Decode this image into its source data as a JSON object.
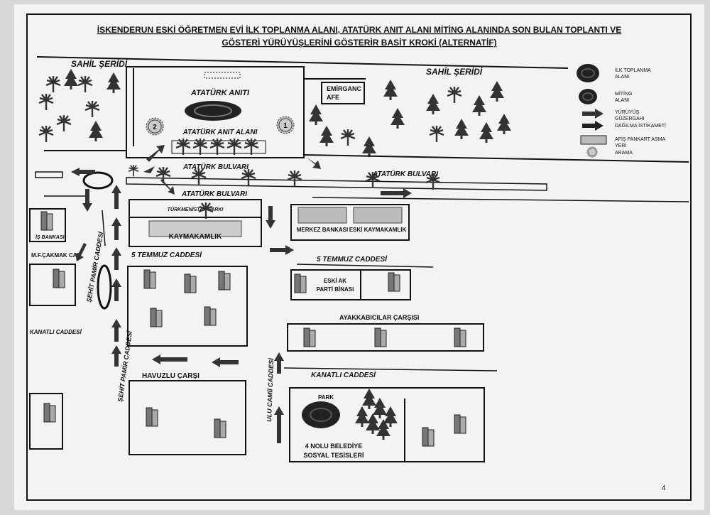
{
  "title": {
    "line1": "İSKENDERUN ESKİ ÖĞRETMEN EVİ İLK TOPLANMA ALANI, ATATÜRK ANIT ALANI MİTİNG ALANINDA SON BULAN TOPLANTI VE",
    "line2": "GÖSTERİ YÜRÜYÜŞLERİNİ GÖSTERİR BASİT KROKİ (ALTERNATİF)"
  },
  "labels": {
    "sahil_left": "SAHİL ŞERİDİ",
    "sahil_right": "SAHİL ŞERİDİ",
    "anit": "ATATÜRK ANITI",
    "anit_alani": "ATATÜRK ANIT ALANI",
    "emirganc_1": "EMİRGANC",
    "emirganc_2": "AFE",
    "bulvar_1": "ATATÜRK BULVARI",
    "bulvar_2": "ATATÜRK BULVARI",
    "bulvar_3": "ATATÜRK BULVARI",
    "turkmenistan": "TÜRKMENİSTAN PARKI",
    "kaymakamlik": "KAYMAKAMLIK",
    "merkez_bankasi": "MERKEZ BANKASI",
    "eski_kaymakamlik": "ESKİ KAYMAKAMLIK",
    "is_bankasi": "İŞ BANKASI",
    "mf_cakmak": "M.F.ÇAKMAK CAD",
    "temmuz_1": "5 TEMMUZ CADDESİ",
    "temmuz_2": "5 TEMMUZ CADDESİ",
    "eski_ak_1": "ESKİ AK",
    "eski_ak_2": "PARTİ BİNASI",
    "ayakkabicilar": "AYAKKABICILAR ÇARŞISI",
    "kanatli_left": "KANATLI CADDESİ",
    "kanatli_right": "KANATLI CADDESİ",
    "sehit_pamir_1": "ŞEHİT PAMİR CADDESİ",
    "sehit_pamir_2": "ŞEHİT PAMİR CADDESİ",
    "havuzlu": "HAVUZLU ÇARŞI",
    "ulu_camii": "ULU CAMİİ CADDESİ",
    "park": "PARK",
    "belediye_1": "4 NOLU BELEDİYE",
    "belediye_2": "SOSYAL TESİSLERİ",
    "marker_1": "1",
    "marker_2": "2"
  },
  "legend": {
    "toplanma_1": "İLK TOPLANMA",
    "toplanma_2": "ALANI",
    "miting_1": "MİTİNG",
    "miting_2": "ALANI",
    "yuruyus_1": "YÜRÜYÜŞ",
    "yuruyus_2": "GÜZERGAHI",
    "dagilma": "DAĞILMA İSTİKAMETİ",
    "afis_1": "AFİŞ PANKART ASMA",
    "afis_2": "YERİ",
    "arama": "ARAMA"
  },
  "page_number": "4"
}
